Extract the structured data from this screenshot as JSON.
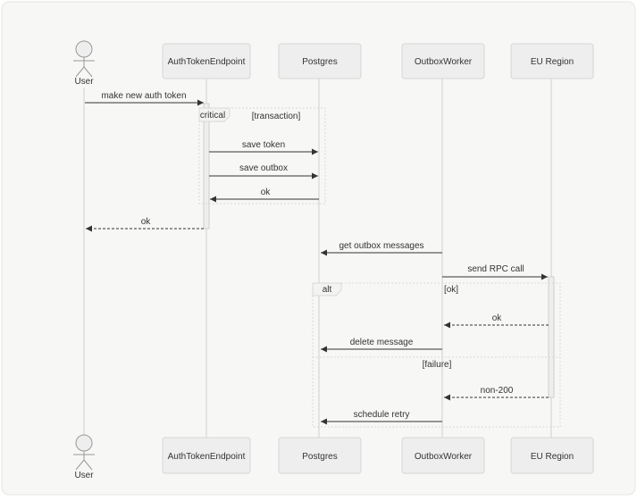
{
  "diagram": {
    "participants": [
      {
        "id": "user",
        "label": "User",
        "kind": "actor"
      },
      {
        "id": "auth",
        "label": "AuthTokenEndpoint",
        "kind": "box"
      },
      {
        "id": "pg",
        "label": "Postgres",
        "kind": "box"
      },
      {
        "id": "outbox",
        "label": "OutboxWorker",
        "kind": "box"
      },
      {
        "id": "eu",
        "label": "EU Region",
        "kind": "box"
      }
    ],
    "messages": [
      {
        "from": "user",
        "to": "auth",
        "text": "make new auth token",
        "style": "solid"
      },
      {
        "from": "auth",
        "to": "pg",
        "text": "save token",
        "style": "solid"
      },
      {
        "from": "auth",
        "to": "pg",
        "text": "save outbox",
        "style": "solid"
      },
      {
        "from": "pg",
        "to": "auth",
        "text": "ok",
        "style": "solid"
      },
      {
        "from": "auth",
        "to": "user",
        "text": "ok",
        "style": "dashed"
      },
      {
        "from": "outbox",
        "to": "pg",
        "text": "get outbox messages",
        "style": "solid"
      },
      {
        "from": "outbox",
        "to": "eu",
        "text": "send RPC call",
        "style": "solid"
      },
      {
        "from": "eu",
        "to": "outbox",
        "text": "ok",
        "style": "dashed"
      },
      {
        "from": "outbox",
        "to": "pg",
        "text": "delete message",
        "style": "solid"
      },
      {
        "from": "eu",
        "to": "outbox",
        "text": "non-200",
        "style": "dashed"
      },
      {
        "from": "outbox",
        "to": "pg",
        "text": "schedule retry",
        "style": "solid"
      }
    ],
    "fragments": [
      {
        "keyword": "critical",
        "condition": "[transaction]"
      },
      {
        "keyword": "alt",
        "condition": "[ok]",
        "else_condition": "[failure]"
      }
    ],
    "colors": {
      "background": "#f7f7f5",
      "box_fill": "#eeeeee",
      "box_stroke": "#d6d6d6",
      "line": "#cfcfcf",
      "arrow": "#333333",
      "text": "#333333"
    }
  }
}
